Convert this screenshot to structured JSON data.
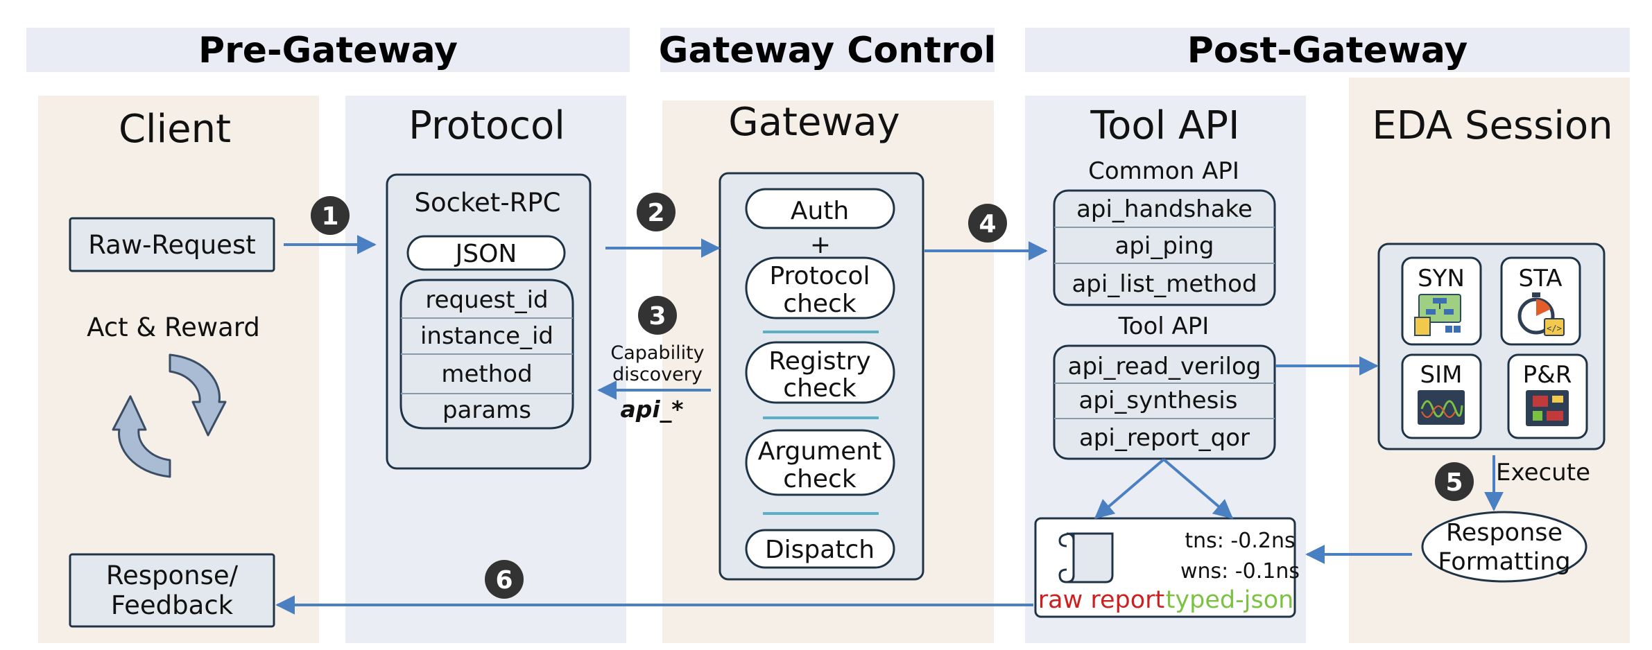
{
  "headers": {
    "pre": "Pre-Gateway",
    "control": "Gateway Control",
    "post": "Post-Gateway"
  },
  "client": {
    "title": "Client",
    "raw_request": "Raw-Request",
    "act_reward": "Act & Reward",
    "response_line1": "Response/",
    "response_line2": "Feedback"
  },
  "protocol": {
    "title": "Protocol",
    "socket": "Socket-RPC",
    "json": "JSON",
    "fields": [
      "request_id",
      "instance_id",
      "method",
      "params"
    ]
  },
  "gateway": {
    "title": "Gateway",
    "auth": "Auth",
    "plus": "+",
    "protocol_check": [
      "Protocol",
      "check"
    ],
    "registry_check": [
      "Registry",
      "check"
    ],
    "argument_check": [
      "Argument",
      "check"
    ],
    "dispatch": "Dispatch"
  },
  "capability": {
    "line1": "Capability",
    "line2": "discovery",
    "api": "api_*"
  },
  "tool_api": {
    "title": "Tool API",
    "common_label": "Common API",
    "common_items": [
      "api_handshake",
      "api_ping",
      "api_list_method"
    ],
    "tool_label": "Tool API",
    "tool_items": [
      "api_read_verilog",
      "api_synthesis",
      "api_report_qor"
    ]
  },
  "report": {
    "tns": "tns: -0.2ns",
    "wns": "wns: -0.1ns",
    "raw": "raw report",
    "typed": "typed-json"
  },
  "eda": {
    "title": "EDA Session",
    "tools": [
      "SYN",
      "STA",
      "SIM",
      "P&R"
    ],
    "execute": "Execute",
    "formatting_line1": "Response",
    "formatting_line2": "Formatting"
  },
  "steps": [
    "1",
    "2",
    "3",
    "4",
    "5",
    "6"
  ],
  "colors": {
    "arrow": "#4a7fc1",
    "warm_panel": "#f6efe7",
    "cool_panel": "#ebedf5",
    "box_fill": "#e3e8ef",
    "box_stroke": "#1f3347",
    "raw_report": "#cc1f1f",
    "typed_json": "#7cc242"
  }
}
